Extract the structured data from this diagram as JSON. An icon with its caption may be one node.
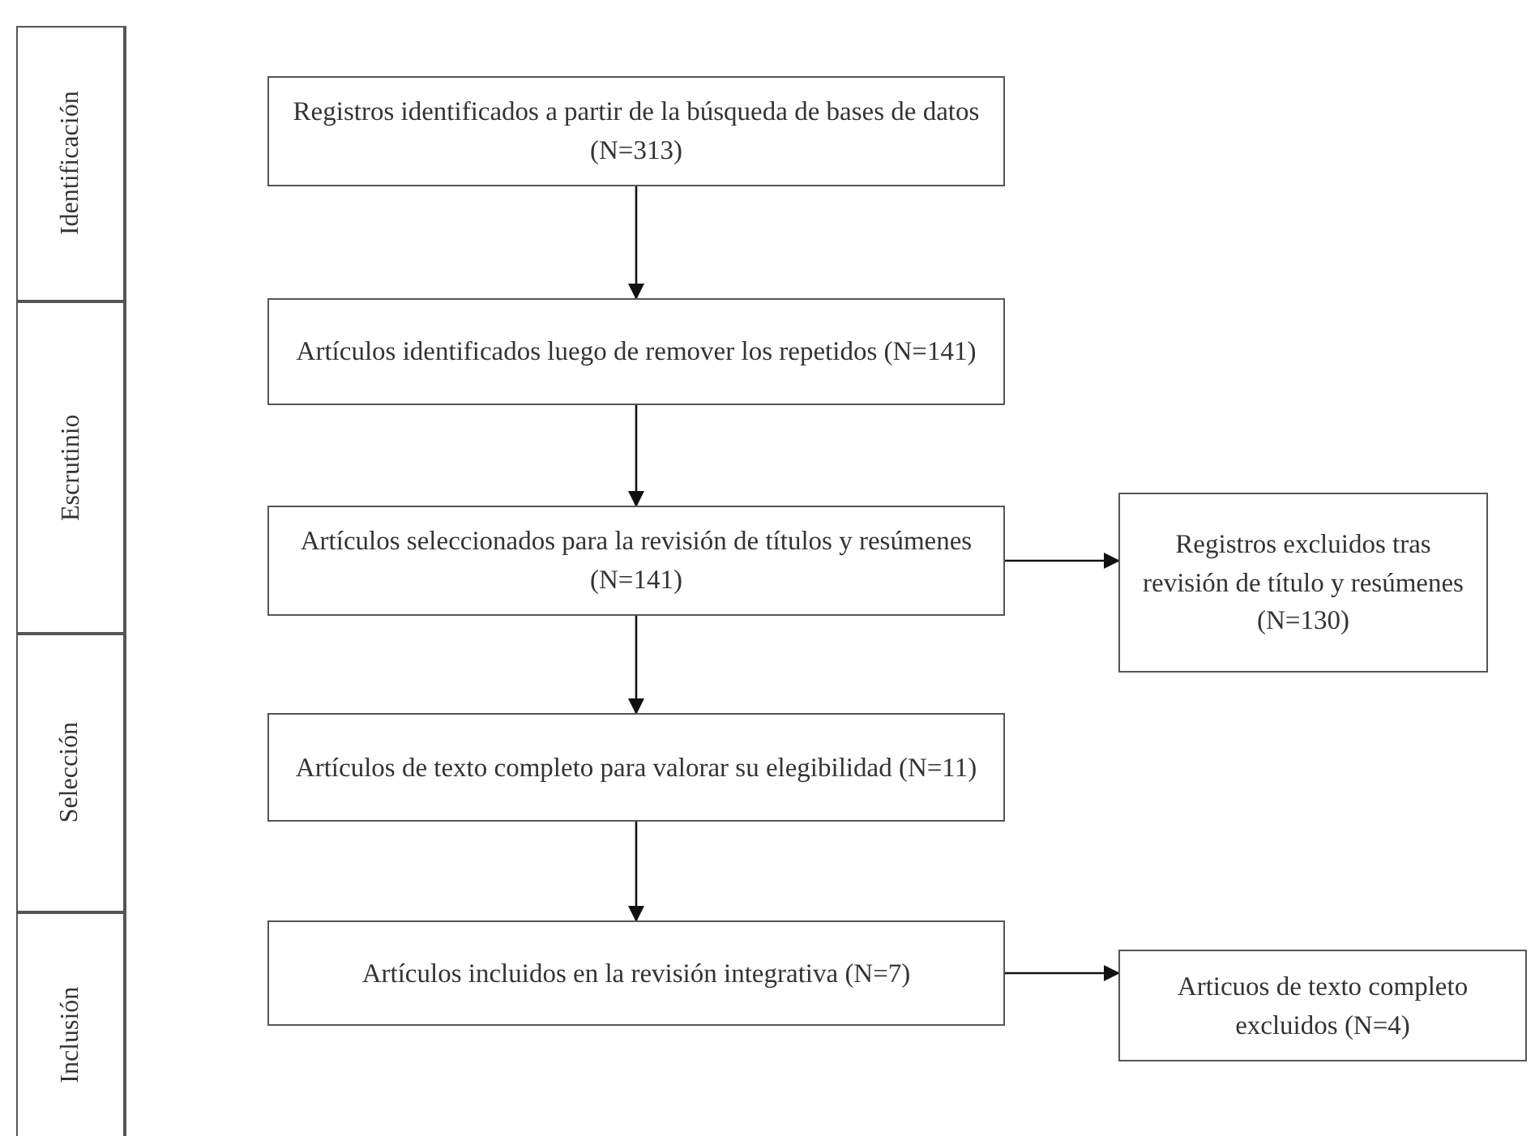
{
  "diagram": {
    "nodes": [
      {
        "text": [
          "Identificación"
        ]
      },
      {
        "text": [
          "Escrutinio"
        ]
      },
      {
        "text": [
          "Selección"
        ]
      },
      {
        "text": [
          "Inclusión"
        ]
      },
      {
        "text": [
          "Registros identificados a partir de la búsqueda de bases de datos (N=313)"
        ]
      },
      {
        "text": [
          "Artículos identificados luego de remover los repetidos (N=141)"
        ]
      },
      {
        "text": [
          "Artículos seleccionados para la revisión de títulos y resúmenes (N=141)"
        ]
      },
      {
        "text": [
          "Registros excluidos tras revisión de título y resúmenes (N=130)"
        ]
      },
      {
        "text": [
          "Artículos de texto completo para valorar su elegibilidad (N=11)"
        ]
      },
      {
        "text": [
          "Artículos incluidos en la revisión integrativa (N=7)"
        ]
      },
      {
        "text": [
          "Articuos de texto completo excluidos (N=4)"
        ]
      }
    ],
    "edges": [
      {
        "from": 4,
        "to": 5,
        "arrow": "to"
      },
      {
        "from": 5,
        "to": 6,
        "arrow": "to"
      },
      {
        "from": 6,
        "to": 7,
        "arrow": "to"
      },
      {
        "from": 6,
        "to": 8,
        "arrow": "to"
      },
      {
        "from": 8,
        "to": 9,
        "arrow": "to"
      },
      {
        "from": 9,
        "to": 10,
        "arrow": "to"
      }
    ]
  }
}
